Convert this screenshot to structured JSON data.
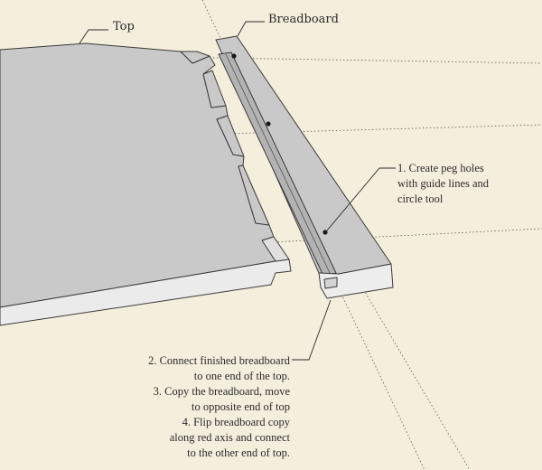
{
  "labels": {
    "top": "Top",
    "breadboard": "Breadboard"
  },
  "annotations": {
    "step1": [
      "1. Create peg holes",
      "with guide lines and",
      "circle tool"
    ],
    "steps234": [
      "2. Connect finished breadboard",
      "to one end of the top.",
      "3. Copy the breadboard, move",
      "to opposite end of top",
      "4. Flip breadboard copy",
      "along red axis and connect",
      "to the other end of top."
    ]
  },
  "colors": {
    "background": "#f4eedc",
    "board_top_face": "#c9c9c9",
    "board_side_face": "#e9e9e9",
    "board_edge": "#3a3a3a",
    "guide_line": "#555555",
    "peg_hole": "#1a1a1a"
  }
}
